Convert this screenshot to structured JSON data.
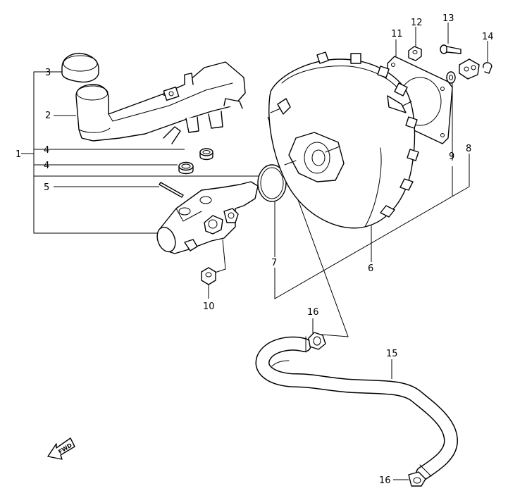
{
  "callouts": {
    "c1": "1",
    "c2": "2",
    "c3": "3",
    "c4a": "4",
    "c4b": "4",
    "c5": "5",
    "c6": "6",
    "c7": "7",
    "c8": "8",
    "c9": "9",
    "c10": "10",
    "c11": "11",
    "c12": "12",
    "c13": "13",
    "c14": "14",
    "c15": "15",
    "c16a": "16",
    "c16b": "16"
  },
  "fwd": {
    "label": "FWD"
  }
}
